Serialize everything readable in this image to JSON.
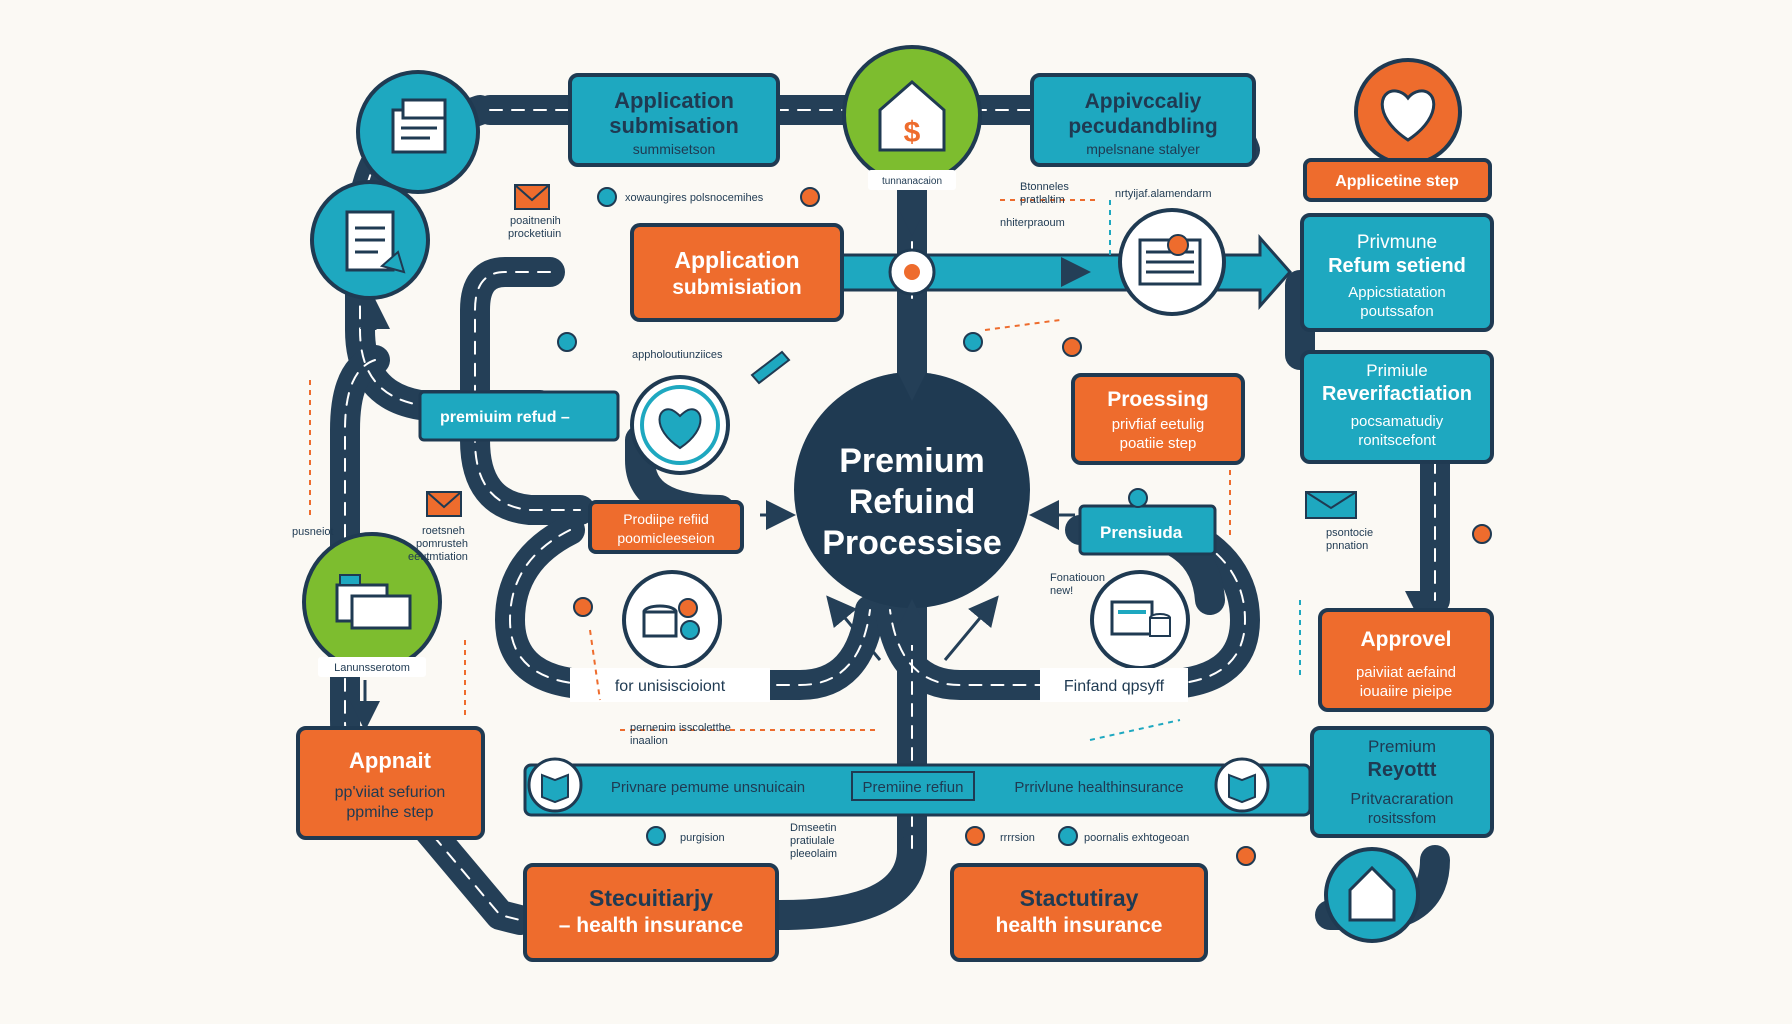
{
  "colors": {
    "road": "#243f57",
    "road_dash": "#ffffff",
    "teal": "#1ea8c0",
    "orange": "#ee6c2d",
    "green": "#7dbd2f",
    "center": "#1f3a52",
    "outline": "#1f3a52",
    "background": "#fbf9f4"
  },
  "center": {
    "line1": "Premium",
    "line2": "Refuind",
    "line3": "Processise"
  },
  "boxes": {
    "top_teal_left": {
      "title1": "Application",
      "title2": "submisation",
      "sub": "summisetson"
    },
    "top_teal_right": {
      "title1": "Appivccaliy",
      "title2": "pecudandbling",
      "sub": "mpelsnane stalyer"
    },
    "mid_orange": {
      "title1": "Application",
      "title2": "submisiation"
    },
    "right_tag_orange": {
      "label": "Applicetine step"
    },
    "right_teal_1": {
      "title1": "Privmune",
      "title2": "Refum setiend",
      "sub1": "Appicstiatation",
      "sub2": "poutssafon"
    },
    "right_teal_2": {
      "title1": "Primiule",
      "title2": "Reverifactiation",
      "sub1": "pocsamatudiy",
      "sub2": "ronitscefont"
    },
    "processing_orange": {
      "title": "Proessing",
      "sub1": "privfiaf eetulig",
      "sub2": "poatiie step"
    },
    "approval_orange": {
      "title": "Approvel",
      "sub1": "paiviiat aefaind",
      "sub2": "iouaiire pieipe"
    },
    "right_teal_3": {
      "title1": "Premium",
      "title2": "Reyottt",
      "sub1": "Pritvacraration",
      "sub2": "rositssfom"
    },
    "left_orange_appnait": {
      "title": "Appnait",
      "sub1": "pp'viiat sefurion",
      "sub2": "ppmihe step"
    },
    "bottom_orange_left": {
      "line1": "Stecuitiarjy",
      "line2": "– health insurance"
    },
    "bottom_orange_right": {
      "line1": "Stactutiray",
      "line2": "health insurance"
    },
    "small_orange_left": {
      "line1": "Prodiipe refiid",
      "line2": "poomicleeseion"
    }
  },
  "road_labels": {
    "premium_refud": "premiuim refud –",
    "prensiuda": "Prensiuda",
    "bottom_1": "Privnare pemume unsnuicain",
    "bottom_2": "Premiine refiun",
    "bottom_3": "Prrivlune healthinsurance",
    "loop_left": "for unisiscioiont",
    "loop_right": "Finfand qpsyff"
  },
  "circle_labels": {
    "top_green": "tunnanacaion",
    "left_green": "Lanunsserotom"
  },
  "annotations": {
    "a1": "xowaungires polsnocemihes",
    "a2a": "poaitnenih",
    "a2b": "procketiuin",
    "a3a": "Btonneles",
    "a3b": "pratlaltim",
    "a3c": "nhiterpraoum",
    "a4": "nrtyijaf.alamendarm",
    "a5": "appholoutiunziices",
    "a6a": "roetsneh",
    "a6b": "pomrusteh",
    "a6c": "eeutmtiation",
    "a7a": "psontocie",
    "a7b": "pnnation",
    "a8a": "Fonatiouon",
    "a8b": "new!",
    "a9a": "pernenim isscoletthe",
    "a9b": "inaalion",
    "a10": "purgision",
    "a11a": "Dmseetin",
    "a11b": "pratiulale",
    "a11c": "pleeolaim",
    "a12a": "rrrrsion",
    "a12b": "poornalis exhtogeoan",
    "a13": "pusneiot"
  },
  "icons": {
    "top_left_circle": "document-icon",
    "left_circle": "paper-checklist-icon",
    "top_center_circle": "house-dollar-icon",
    "top_right_circle": "heart-badge-icon",
    "mid_heart_circle": "heart-icon",
    "mid_right_circle": "stacked-papers-icon",
    "left_green_circle": "folders-icon",
    "loop_left_circle": "coins-database-icon",
    "loop_right_circle": "database-document-icon",
    "bottom_right_circle": "house-badge-icon",
    "bottom_left_book": "book-icon",
    "bottom_right_book": "book-icon",
    "envelope_1": "envelope-icon",
    "envelope_2": "envelope-icon",
    "envelope_3": "envelope-icon",
    "pencil": "pencil-icon"
  }
}
